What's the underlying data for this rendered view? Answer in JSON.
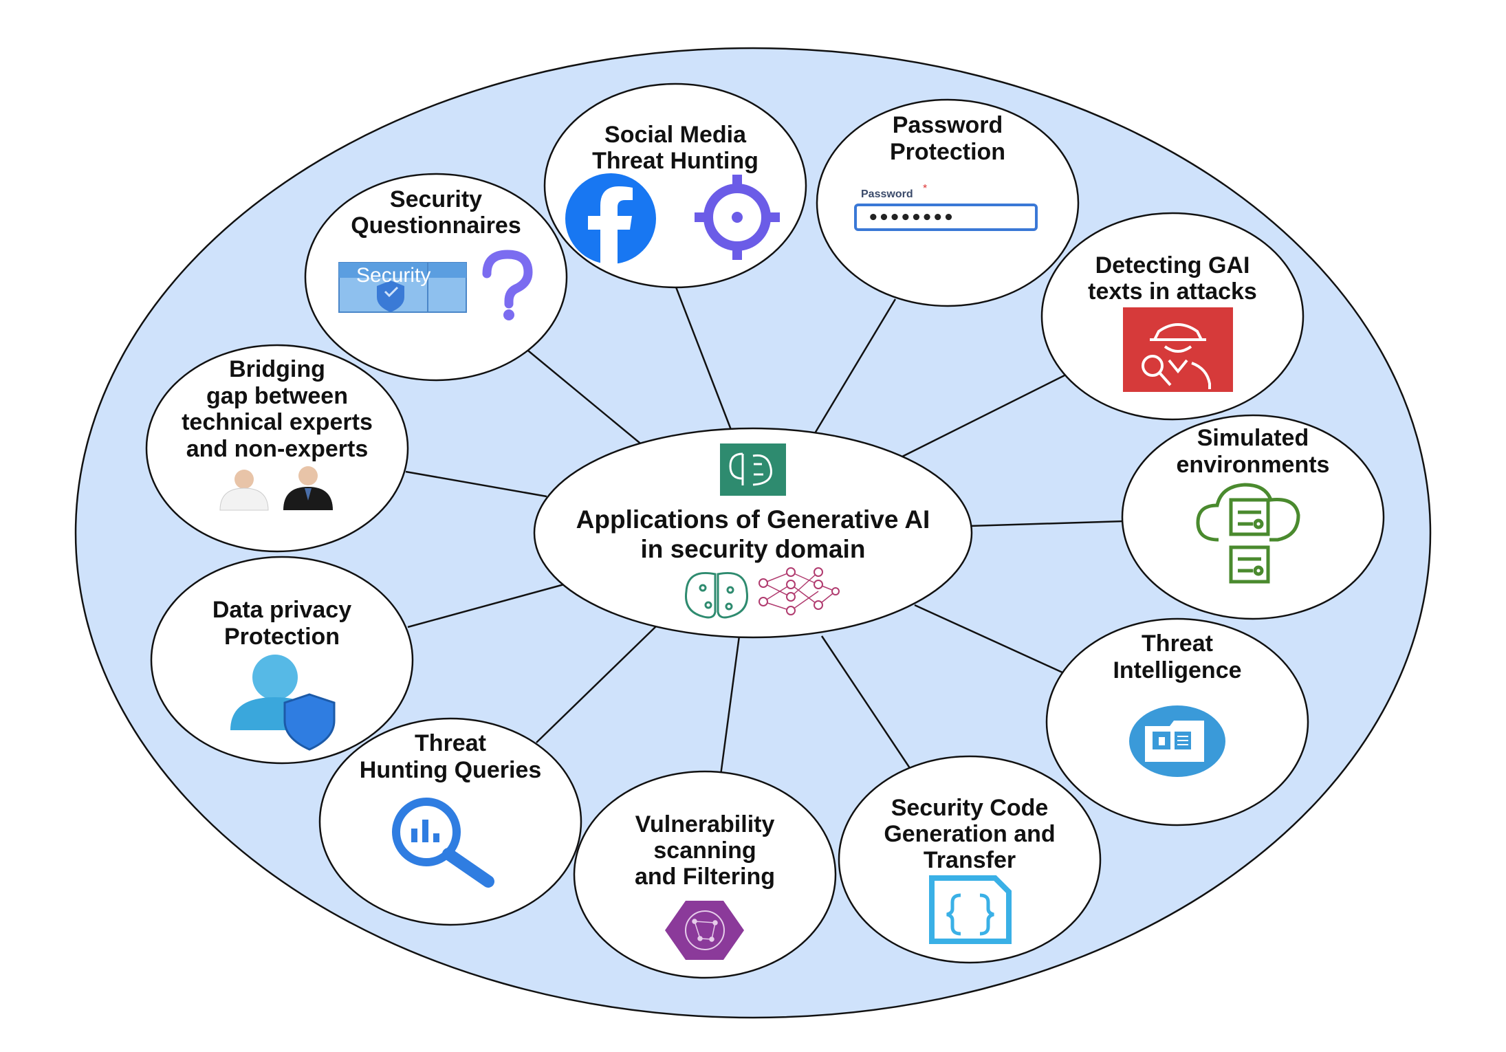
{
  "diagram": {
    "center": {
      "line1": "Applications of Generative AI",
      "line2": "in security domain"
    },
    "nodes": [
      {
        "id": "social-media",
        "lines": [
          "Social Media",
          "Threat Hunting"
        ],
        "icons": [
          "facebook-icon",
          "target-icon"
        ]
      },
      {
        "id": "password",
        "lines": [
          "Password",
          "Protection"
        ],
        "icons": [
          "password-field-icon"
        ],
        "field_label": "Password",
        "field_value": "••••••••"
      },
      {
        "id": "detecting-gai",
        "lines": [
          "Detecting GAI",
          "texts in attacks"
        ],
        "icons": [
          "spy-search-icon"
        ]
      },
      {
        "id": "simulated",
        "lines": [
          "Simulated",
          "environments"
        ],
        "icons": [
          "cloud-server-icon"
        ]
      },
      {
        "id": "threat-intel",
        "lines": [
          "Threat",
          "Intelligence"
        ],
        "icons": [
          "id-card-icon"
        ]
      },
      {
        "id": "code-gen",
        "lines": [
          "Security Code",
          "Generation and",
          "Transfer"
        ],
        "icons": [
          "code-file-icon"
        ]
      },
      {
        "id": "vuln-scan",
        "lines": [
          "Vulnerability",
          "scanning",
          "and Filtering"
        ],
        "icons": [
          "network-hexagon-icon"
        ]
      },
      {
        "id": "hunting-queries",
        "lines": [
          "Threat",
          "Hunting Queries"
        ],
        "icons": [
          "magnifier-chart-icon"
        ]
      },
      {
        "id": "data-privacy",
        "lines": [
          "Data privacy",
          "Protection"
        ],
        "icons": [
          "user-shield-icon"
        ]
      },
      {
        "id": "bridging",
        "lines": [
          "Bridging",
          "gap between",
          "technical experts",
          "and non-experts"
        ],
        "icons": [
          "people-icon"
        ]
      },
      {
        "id": "questionnaires",
        "lines": [
          "Security",
          "Questionnaires"
        ],
        "icons": [
          "security-panel-icon",
          "question-mark-icon"
        ],
        "panel_text": "Security"
      }
    ],
    "colors": {
      "outer_fill": "#cfe2fb",
      "node_fill": "#ffffff",
      "stroke": "#111111",
      "facebook": "#1877f2",
      "target": "#6b5ce7",
      "aws_green": "#2e8b6f",
      "red_tile": "#d63a3a",
      "env_green": "#4a8a2e",
      "blue_icon": "#3a9ad9",
      "purple_hex": "#8b3a9a",
      "query_blue": "#2f7de1",
      "question_purple": "#7b6cf0"
    }
  }
}
